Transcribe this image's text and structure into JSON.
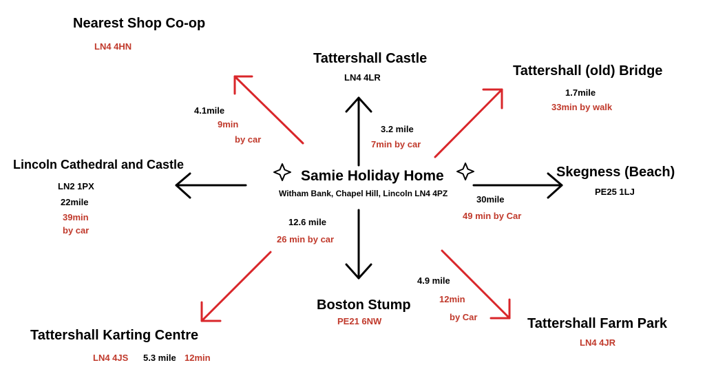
{
  "colors": {
    "red": "#d9262a",
    "black": "#000000",
    "text_red": "#c0392b"
  },
  "center": {
    "title": "Samie Holiday Home",
    "address": "Witham Bank, Chapel Hill, Lincoln LN4 4PZ",
    "icon": "four-point-star-icon"
  },
  "destinations": {
    "coop": {
      "name": "Nearest Shop Co-op",
      "postcode": "LN4 4HN",
      "distance": "4.1mile",
      "time": "9min",
      "mode": "by car"
    },
    "castle": {
      "name": "Tattershall Castle",
      "postcode": "LN4  4LR",
      "distance": "3.2 mile",
      "time": "7min by car"
    },
    "bridge": {
      "name": "Tattershall (old) Bridge",
      "distance": "1.7mile",
      "time": "33min by walk"
    },
    "lincoln": {
      "name": "Lincoln Cathedral and Castle",
      "postcode": "LN2 1PX",
      "distance": "22mile",
      "time": "39min",
      "mode": "by car"
    },
    "skegness": {
      "name": "Skegness (Beach)",
      "postcode": "PE25 1LJ",
      "distance": "30mile",
      "time": "49 min by Car"
    },
    "boston": {
      "name": "Boston Stump",
      "postcode": "PE21 6NW",
      "distance": "12.6 mile",
      "time": "26 min by car"
    },
    "karting": {
      "name": "Tattershall Karting Centre",
      "postcode": "LN4 4JS",
      "distance": "5.3 mile",
      "time": "12min"
    },
    "farm": {
      "name": "Tattershall Farm Park",
      "postcode": "LN4 4JR",
      "distance": "4.9 mile",
      "time": "12min",
      "mode": "by Car"
    }
  }
}
